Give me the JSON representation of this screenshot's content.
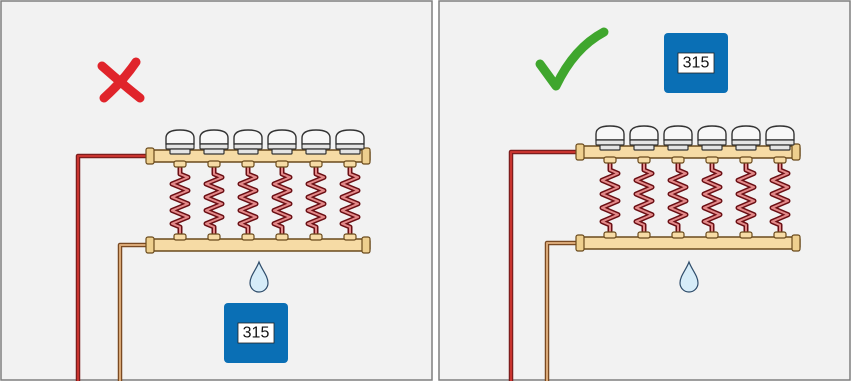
{
  "panels": [
    {
      "verdict": "incorrect",
      "verdict_icon": "red-x-icon",
      "badge_label": "315",
      "badge_position": "below-manifold"
    },
    {
      "verdict": "correct",
      "verdict_icon": "green-check-icon",
      "badge_label": "315",
      "badge_position": "above-manifold"
    }
  ],
  "colors": {
    "panel_background": "#f2f2f2",
    "manifold_brass": "#f6dba5",
    "actuator_white": "#f7f7f7",
    "supply_pipe_red": "#c9342f",
    "return_pipe_tan": "#d9a877",
    "loop_dark_red": "#6b0f14",
    "badge_blue": "#0a6fb5",
    "incorrect_mark_red": "#e0242b",
    "correct_mark_green": "#3fa62d",
    "water_drop": "#d6ecf8"
  },
  "manifold": {
    "circuits": 6
  }
}
